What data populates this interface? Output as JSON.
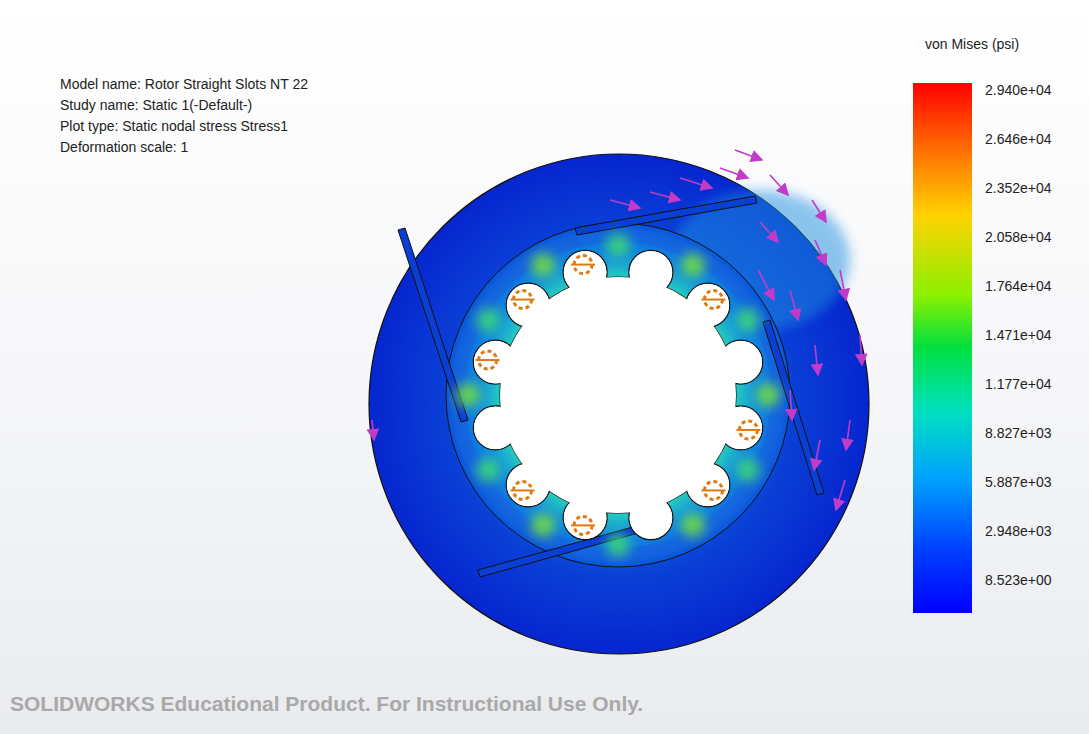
{
  "diagram": {
    "labels": [
      "Model name: Rotor Straight Slots NT 22",
      "Study name: Static 1(-Default-)",
      "Plot type: Static nodal stress Stress1",
      "Deformation scale: 1",
      "von Mises (psi)",
      "2.940e+04",
      "2.646e+04",
      "2.352e+04",
      "2.058e+04",
      "1.764e+04",
      "1.471e+04",
      "1.177e+04",
      "8.827e+03",
      "5.887e+03",
      "2.948e+03",
      "8.523e+00",
      "SOLIDWORKS Educational Product. For Instructional Use Only."
    ]
  }
}
